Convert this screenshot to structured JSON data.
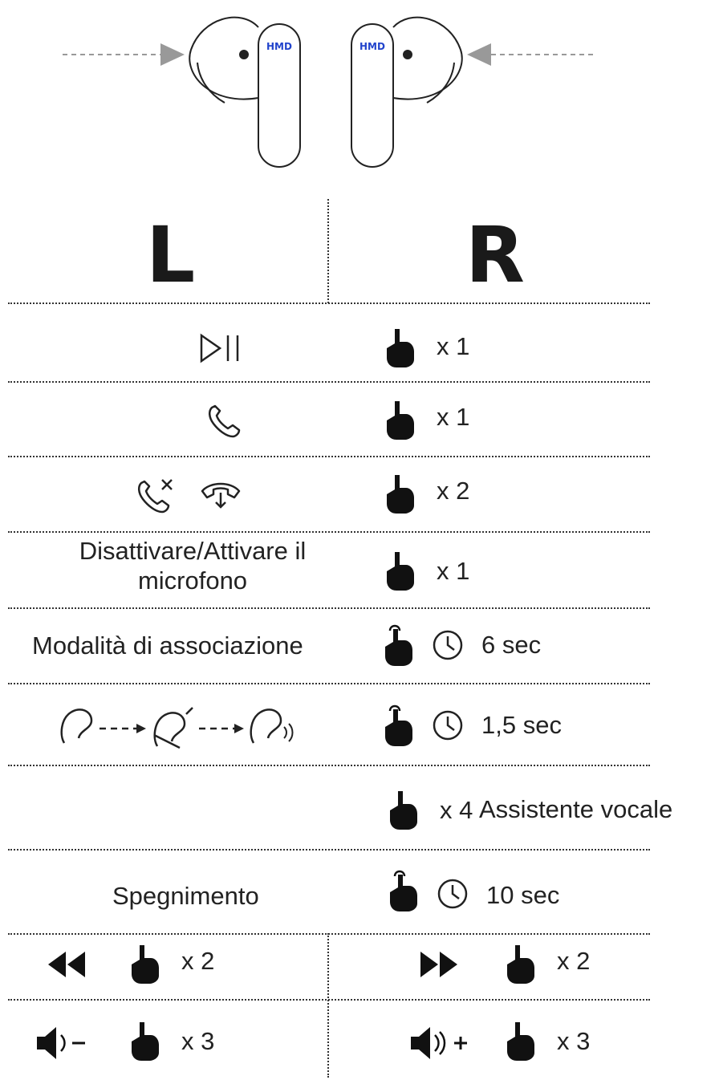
{
  "brand_logo_left": "HMD",
  "brand_logo_right": "HMD",
  "columns": {
    "left": "L",
    "right": "R"
  },
  "rows": [
    {
      "icon": "play-pause-icon",
      "gesture": "tap-icon",
      "count": "x 1"
    },
    {
      "icon": "answer-call-icon",
      "gesture": "tap-icon",
      "count": "x 1"
    },
    {
      "icon": "reject-call-icon",
      "icon2": "end-call-icon",
      "gesture": "tap-icon",
      "count": "x 2"
    },
    {
      "label": "Disattivare/Attivare il microfono",
      "gesture": "tap-icon",
      "count": "x 1"
    },
    {
      "label": "Modalità di associazione",
      "gesture": "press-hold-icon",
      "duration": "6 sec"
    },
    {
      "icon": "hearing-modes-icon",
      "gesture": "press-hold-icon",
      "duration": "1,5 sec"
    },
    {
      "gesture": "tap-icon",
      "count": "x 4",
      "label": "Assistente vocale"
    },
    {
      "label": "Spegnimento",
      "gesture": "press-hold-icon",
      "duration": "10 sec"
    }
  ],
  "split_rows": [
    {
      "left_icon": "previous-track-icon",
      "left_count": "x 2",
      "right_icon": "next-track-icon",
      "right_count": "x 2"
    },
    {
      "left_icon": "volume-down-icon",
      "left_count": "x 3",
      "right_icon": "volume-up-icon",
      "right_count": "x 3"
    }
  ],
  "colors": {
    "ink": "#1a1a1a",
    "brand": "#2244cc",
    "arrow": "#999999"
  }
}
